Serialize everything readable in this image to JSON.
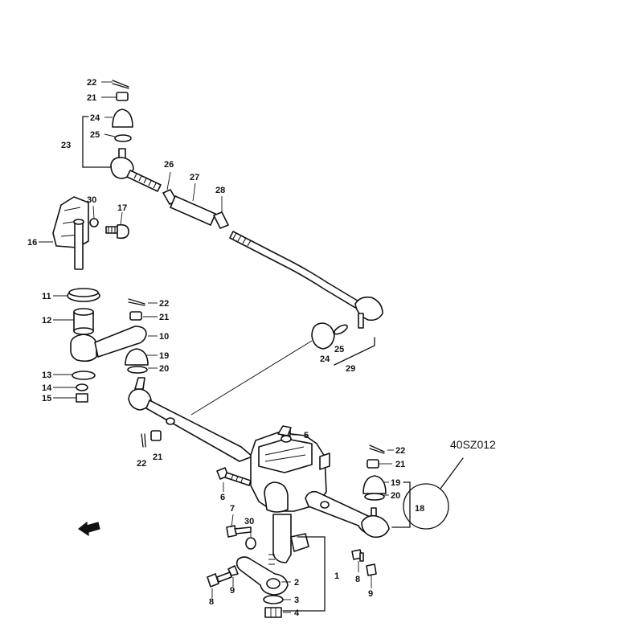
{
  "diagram": {
    "code": "40SZ012",
    "callouts": [
      "1",
      "2",
      "3",
      "4",
      "5",
      "6",
      "7",
      "8",
      "8",
      "9",
      "9",
      "10",
      "11",
      "12",
      "13",
      "14",
      "15",
      "16",
      "17",
      "18",
      "19",
      "19",
      "20",
      "20",
      "21",
      "21",
      "21",
      "21",
      "22",
      "22",
      "22",
      "22",
      "23",
      "24",
      "24",
      "25",
      "25",
      "26",
      "27",
      "28",
      "29",
      "30",
      "30"
    ]
  },
  "colors": {
    "ink": "#111111",
    "paper": "#ffffff"
  },
  "icons": {
    "direction_arrow": "front-arrow-icon"
  }
}
